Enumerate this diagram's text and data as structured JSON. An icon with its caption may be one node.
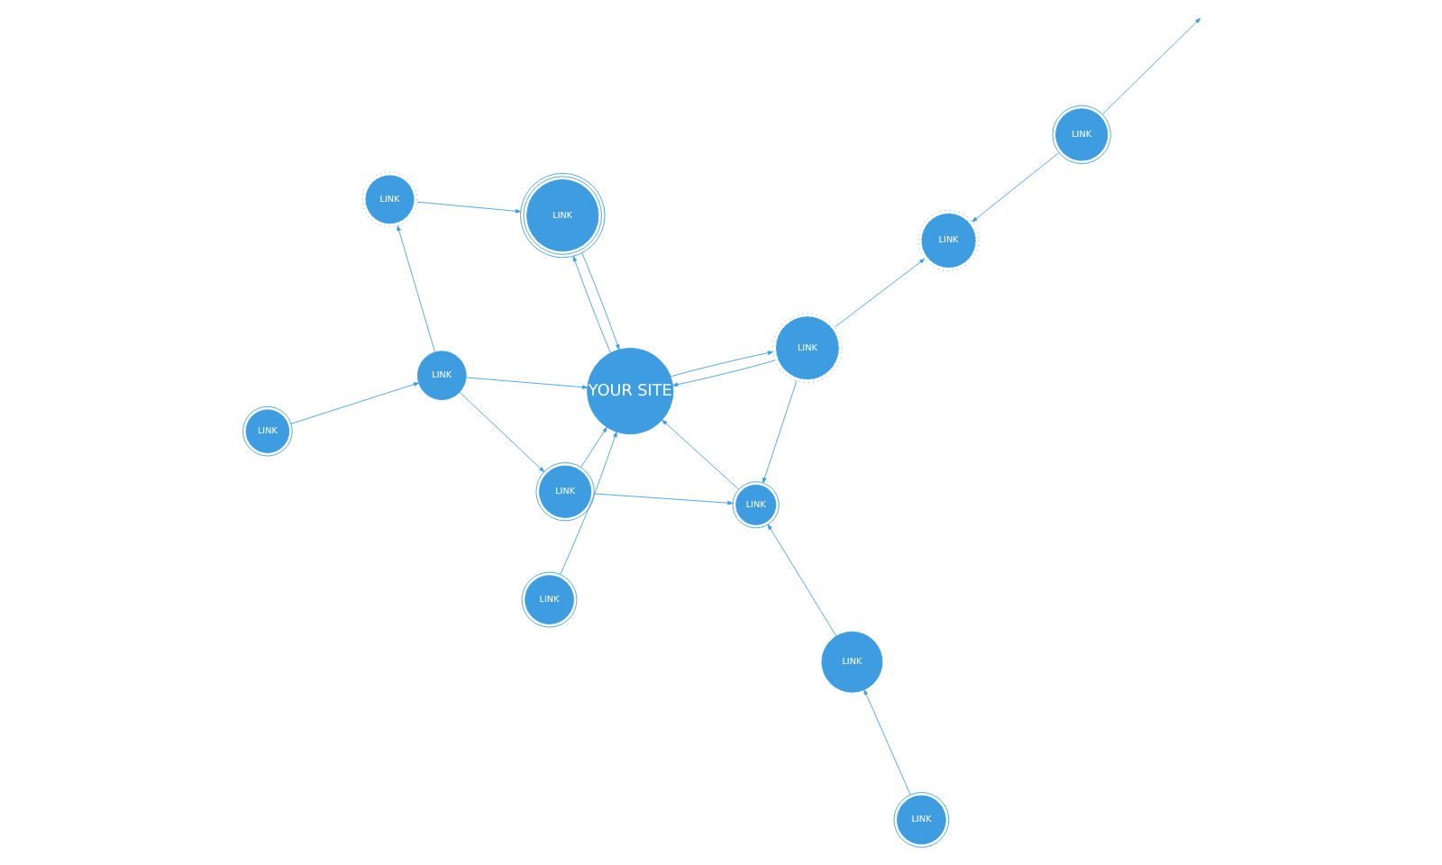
{
  "diagram": {
    "nodes": [
      {
        "text": [
          "YOUR SITE"
        ]
      },
      {
        "text": [
          "LINK"
        ]
      },
      {
        "text": [
          "LINK"
        ]
      },
      {
        "text": [
          "LINK"
        ]
      },
      {
        "text": [
          "LINK"
        ]
      },
      {
        "text": [
          "LINK"
        ]
      },
      {
        "text": [
          "LINK"
        ]
      },
      {
        "text": [
          "LINK"
        ]
      },
      {
        "text": [
          "LINK"
        ]
      },
      {
        "text": [
          "LINK"
        ]
      },
      {
        "text": [
          "LINK"
        ]
      },
      {
        "text": [
          "LINK"
        ]
      },
      {
        "text": [
          "LINK"
        ]
      }
    ],
    "edges": [
      {
        "from": 1,
        "to": 7,
        "arrow": "to"
      },
      {
        "from": 1,
        "to": 0,
        "arrow": "to"
      },
      {
        "from": 2,
        "to": 3,
        "arrow": "to"
      },
      {
        "from": 3,
        "to": 1,
        "arrow": "to"
      },
      {
        "from": 3,
        "to": 0,
        "arrow": "to"
      },
      {
        "from": 3,
        "to": 4,
        "arrow": "to"
      },
      {
        "from": 4,
        "to": 5,
        "arrow": "to"
      },
      {
        "from": 0,
        "to": 5,
        "arrow": "to"
      },
      {
        "from": 5,
        "to": 0,
        "arrow": "to"
      },
      {
        "from": 6,
        "to": 0,
        "arrow": "to"
      },
      {
        "from": 0,
        "to": 10,
        "arrow": "to"
      },
      {
        "from": 10,
        "to": 0,
        "arrow": "to"
      },
      {
        "from": 10,
        "to": 7,
        "arrow": "to"
      },
      {
        "from": 7,
        "to": 0,
        "arrow": "to"
      },
      {
        "from": 9,
        "to": 7,
        "arrow": "to"
      },
      {
        "from": 8,
        "to": 9,
        "arrow": "to"
      },
      {
        "from": 10,
        "to": 11,
        "arrow": "to"
      },
      {
        "from": 12,
        "to": 11,
        "arrow": "to"
      },
      {
        "from": 12,
        "to": null,
        "arrow": "to"
      }
    ]
  }
}
